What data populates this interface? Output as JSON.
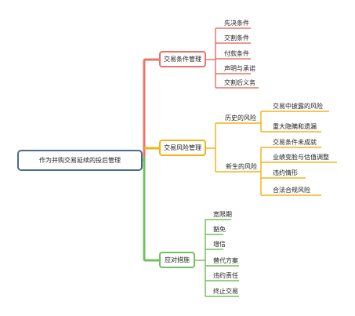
{
  "root": "作为并购交易延续的投后管理",
  "branches": {
    "terms": {
      "label": "交易条件管理",
      "color": "#e9756a",
      "items": [
        "先决条件",
        "交割条件",
        "付款条件",
        "声明与承诺",
        "交割后义务"
      ]
    },
    "risk": {
      "label": "交易风险管理",
      "color": "#f3b21d",
      "historical": {
        "label": "历史的风险",
        "items": [
          "交易中披露的风险",
          "重大隐瞒和遗漏"
        ]
      },
      "new": {
        "label": "新生的风险",
        "items": [
          "交易条件未成就",
          "业绩变脸与估值调整",
          "违约情形",
          "合法合规风险"
        ]
      }
    },
    "measures": {
      "label": "应对措施",
      "color": "#73c05f",
      "items": [
        "宽限期",
        "豁免",
        "增信",
        "替代方案",
        "违约责任",
        "终止交易"
      ]
    }
  },
  "root_border_color": "#4a6b91"
}
